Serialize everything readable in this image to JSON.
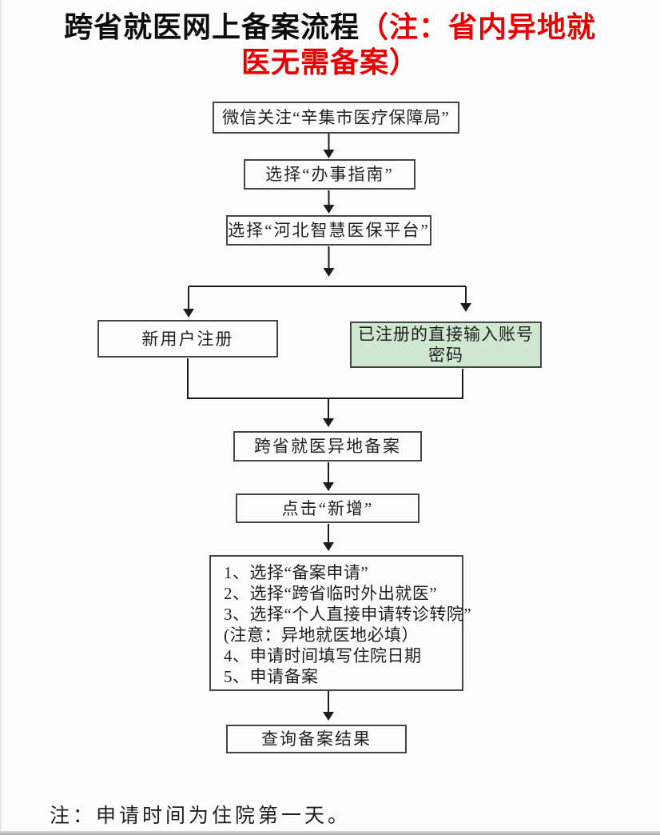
{
  "title": {
    "line1_black": "跨省就医网上备案流程",
    "line1_red": "（注：省内异地就",
    "line2_red": "医无需备案）"
  },
  "steps": {
    "step1": "微信关注“辛集市医疗保障局”",
    "step2": "选择“办事指南”",
    "step3": "选择“河北智慧医保平台”",
    "branch_left": "新用户注册",
    "branch_right": "已注册的直接输入账号密码",
    "step4": "跨省就医异地备案",
    "step5": "点击“新增”",
    "step6_lines": [
      "1、选择“备案申请”",
      "2、选择“跨省临时外出就医”",
      "3、选择“个人直接申请转诊转院”",
      "(注意：异地就医地必填）",
      "4、申请时间填写住院日期",
      "5、申请备案"
    ],
    "step7": "查询备案结果"
  },
  "footer": {
    "note": "注：申请时间为住院第一天。"
  },
  "colors": {
    "title_red": "#e60000",
    "highlight_green_bg": "#cfe6d0",
    "box_border": "#454545",
    "connector": "#1c1c1c"
  }
}
